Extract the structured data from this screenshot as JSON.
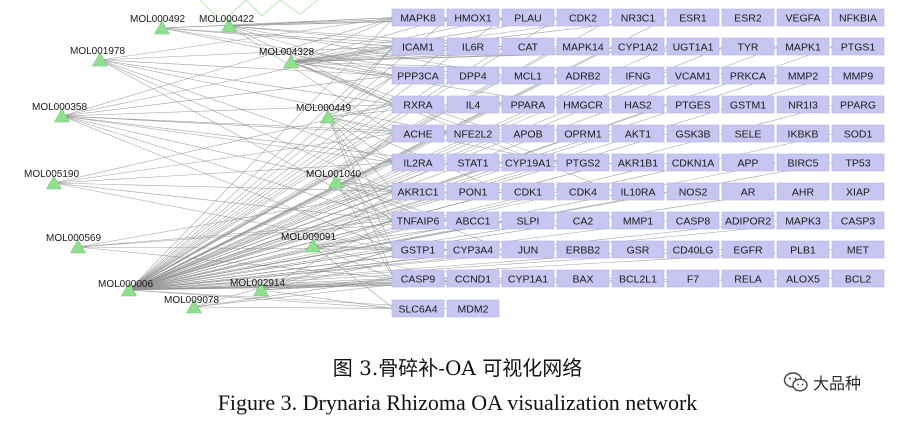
{
  "figure": {
    "caption_cn": "图 3.骨碎补-OA 可视化网络",
    "caption_en": "Figure 3. Drynaria Rhizoma OA visualization network",
    "watermark": "大品种"
  },
  "colors": {
    "target_node": "#c7c6f2",
    "compound_node": "#8fe08f",
    "edge": "#8f8f8f"
  },
  "compounds": [
    "MOL000492",
    "MOL000422",
    "MOL001978",
    "MOL004328",
    "MOL000358",
    "MOL000449",
    "MOL005190",
    "MOL001040",
    "MOL000569",
    "MOL009091",
    "MOL000006",
    "MOL002914",
    "MOL009078"
  ],
  "targets": [
    [
      "MAPK8",
      "HMOX1",
      "PLAU",
      "CDK2",
      "NR3C1",
      "ESR1",
      "ESR2",
      "VEGFA",
      "NFKBIA"
    ],
    [
      "ICAM1",
      "IL6R",
      "CAT",
      "MAPK14",
      "CYP1A2",
      "UGT1A1",
      "TYR",
      "MAPK1",
      "PTGS1"
    ],
    [
      "PPP3CA",
      "DPP4",
      "MCL1",
      "ADRB2",
      "IFNG",
      "VCAM1",
      "PRKCA",
      "MMP2",
      "MMP9"
    ],
    [
      "RXRA",
      "IL4",
      "PPARA",
      "HMGCR",
      "HAS2",
      "PTGES",
      "GSTM1",
      "NR1I3",
      "PPARG"
    ],
    [
      "ACHE",
      "NFE2L2",
      "APOB",
      "OPRM1",
      "AKT1",
      "GSK3B",
      "SELE",
      "IKBKB",
      "SOD1"
    ],
    [
      "IL2RA",
      "STAT1",
      "CYP19A1",
      "PTGS2",
      "AKR1B1",
      "CDKN1A",
      "APP",
      "BIRC5",
      "TP53"
    ],
    [
      "AKR1C1",
      "PON1",
      "CDK1",
      "CDK4",
      "IL10RA",
      "NOS2",
      "AR",
      "AHR",
      "XIAP"
    ],
    [
      "TNFAIP6",
      "ABCC1",
      "SLPI",
      "CA2",
      "MMP1",
      "CASP8",
      "ADIPOR2",
      "MAPK3",
      "CASP3"
    ],
    [
      "GSTP1",
      "CYP3A4",
      "JUN",
      "ERBB2",
      "GSR",
      "CD40LG",
      "EGFR",
      "PLB1",
      "MET"
    ],
    [
      "CASP9",
      "CCND1",
      "CYP1A1",
      "BAX",
      "BCL2L1",
      "F7",
      "RELA",
      "ALOX5",
      "BCL2"
    ],
    [
      "SLC6A4",
      "MDM2"
    ]
  ]
}
